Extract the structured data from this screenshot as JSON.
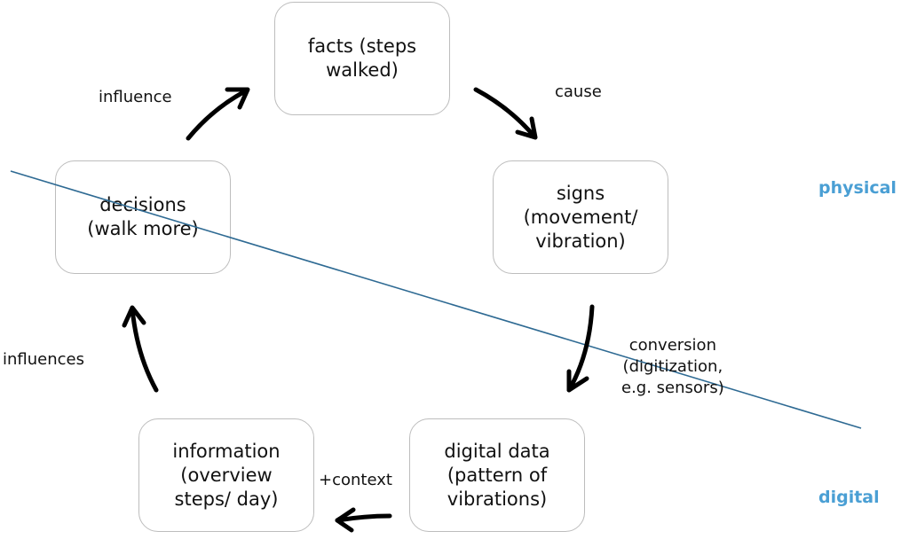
{
  "nodes": {
    "facts": "facts (steps\nwalked)",
    "signs": "signs\n(movement/\nvibration)",
    "digital_data": "digital data\n(pattern of\nvibrations)",
    "information": "information\n(overview\nsteps/ day)",
    "decisions": "decisions\n(walk more)"
  },
  "edges": {
    "cause": "cause",
    "conversion": "conversion\n(digitization,\ne.g. sensors)",
    "context": "+context",
    "influences": "influences",
    "influence": "influence"
  },
  "regions": {
    "physical": "physical",
    "digital": "digital"
  },
  "colors": {
    "region_label": "#4a9fd4",
    "divider": "#2e6a93",
    "arrow": "#000000",
    "box_border": "#bdbdbd"
  }
}
